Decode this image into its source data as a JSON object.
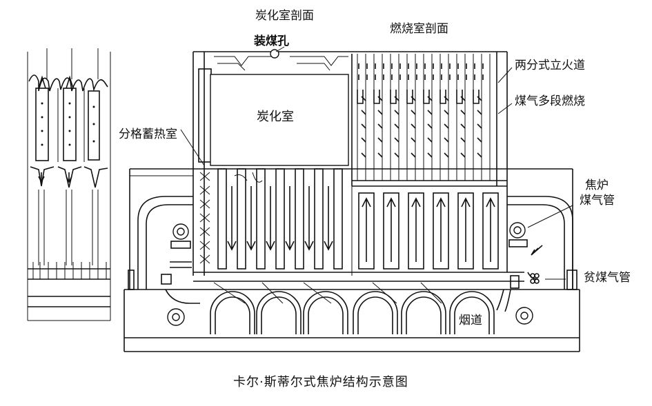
{
  "diagram": {
    "labels": {
      "carbonization_section": "炭化室剖面",
      "combustion_section": "燃烧室剖面",
      "coal_charging_hole": "装煤孔",
      "carbonization_chamber": "炭化室",
      "divided_regenerator": "分格蓄热室",
      "twin_flue": "两分式立火道",
      "staged_combustion": "煤气多段燃烧",
      "coke_oven_gas_pipe_line1": "焦炉",
      "coke_oven_gas_pipe_line2": "煤气管",
      "lean_gas_pipe": "贫煤气管",
      "flue": "烟道"
    },
    "caption": "卡尔·斯蒂尔式焦炉结构示意图"
  }
}
